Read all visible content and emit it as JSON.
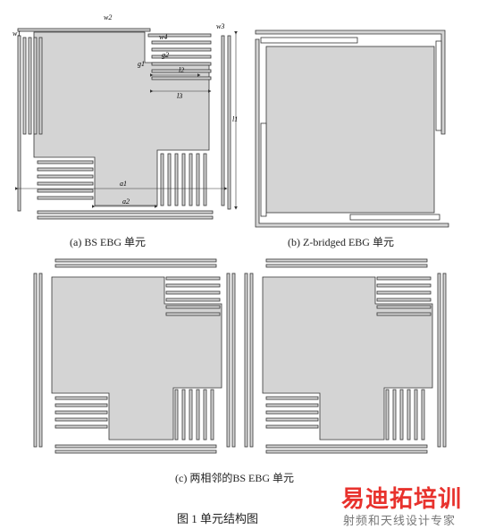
{
  "labels": {
    "w2": "w2",
    "w3": "w3",
    "w1": "w1",
    "w4": "w4",
    "g1": "g1",
    "g2": "g2",
    "l2": "l2",
    "l3": "l3",
    "l1": "l1",
    "a1": "a1",
    "a2": "a2"
  },
  "captions": {
    "a": "(a) BS  EBG 单元",
    "b": "(b) Z-bridged  EBG 单元",
    "c": "(c)  两相邻的BS  EBG 单元",
    "figure": "图 1    单元结构图"
  },
  "watermark": {
    "brand": "易迪拓培训",
    "sub": "射频和天线设计专家"
  },
  "colors": {
    "metal": "#d4d4d4",
    "outline": "#333333",
    "watermark_red": "#e8322d"
  }
}
